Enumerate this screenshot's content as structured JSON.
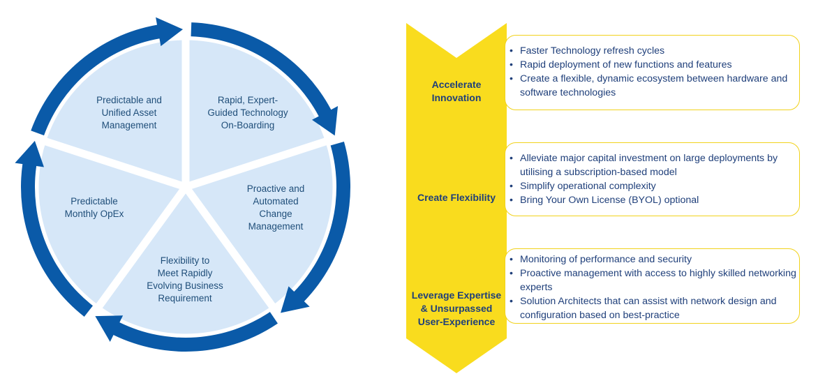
{
  "cycle": {
    "segments": [
      {
        "label": "Predictable and\nUnified Asset\nManagement"
      },
      {
        "label": "Rapid, Expert-\nGuided Technology\nOn-Boarding"
      },
      {
        "label": "Proactive and\nAutomated\nChange\nManagement"
      },
      {
        "label": "Flexibility to\nMeet Rapidly\nEvolving Business\nRequirement"
      },
      {
        "label": "Predictable\nMonthly OpEx"
      }
    ]
  },
  "benefits": [
    {
      "title": "Accelerate\nInnovation",
      "bullets": [
        "Faster Technology refresh cycles",
        "Rapid deployment of new functions and features",
        "Create a flexible, dynamic ecosystem between hardware and software technologies"
      ]
    },
    {
      "title": "Create Flexibility",
      "bullets": [
        "Alleviate major capital investment on large deployments by utilising a subscription-based model",
        "Simplify operational complexity",
        "Bring Your Own License (BYOL) optional"
      ]
    },
    {
      "title": "Leverage Expertise\n& Unsurpassed\nUser-Experience",
      "bullets": [
        "Monitoring of performance and security",
        "Proactive management with access to highly skilled networking experts",
        "Solution Architects that can assist with network design and configuration based on best-practice"
      ]
    }
  ],
  "colors": {
    "segment_fill": "#d6e7f8",
    "arrow": "#0a5aa8",
    "chevron": "#f9dc1e",
    "text": "#1f4e79"
  }
}
